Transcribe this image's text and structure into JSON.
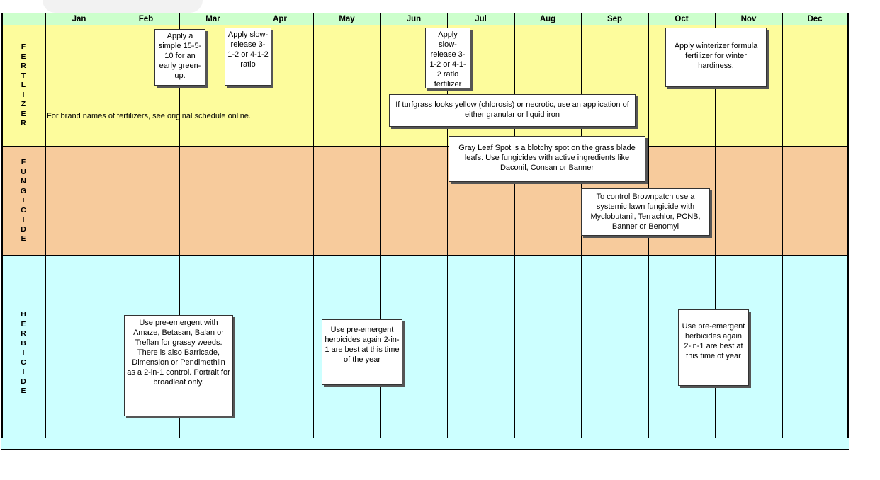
{
  "months": [
    "Jan",
    "Feb",
    "Mar",
    "Apr",
    "May",
    "Jun",
    "Jul",
    "Aug",
    "Sep",
    "Oct",
    "Nov",
    "Dec"
  ],
  "sections": {
    "fertilizer": "FERTLIZER",
    "fungicide": "FUNGICIDE",
    "herbicide": "HERBICIDE"
  },
  "colors": {
    "header": "#ccffcc",
    "fertilizer": "#fdfc9c",
    "fungicide": "#f7cb9c",
    "herbicide": "#ccffff"
  },
  "fertilizer": {
    "note_feb": "Apply a simple 15-5-10 for an early green-up.",
    "note_mar": "Apply slow-release 3-1-2 or 4-1-2 ratio",
    "note_jun": "Apply slow-release 3-1-2 or 4-1-2 ratio fertilizer",
    "note_oct": "Apply winterizer formula fertilizer for winter hardiness.",
    "note_iron": "If turfgrass looks yellow (chlorosis) or necrotic, use an application of either granular or liquid iron",
    "brand_note": "For brand names of fertilizers, see original schedule online."
  },
  "fungicide": {
    "gray_leaf": "Gray Leaf Spot is a blotchy spot on the grass blade leafs.  Use fungicides with active ingredients like Daconil, Consan or Banner",
    "brownpatch": "To control Brownpatch use a systemic lawn fungicide with Myclobutanil, Terrachlor, PCNB, Banner or Benomyl"
  },
  "herbicide": {
    "note_feb": "Use pre-emergent with Amaze, Betasan, Balan or Treflan for grassy weeds. There is also Barricade, Dimension or Pendimethlin as a 2-in-1 control. Portrait for broadleaf only.",
    "note_may": "Use pre-emergent herbicides again 2-in-1 are best at this time of the year",
    "note_oct": "Use pre-emergent herbicides again 2-in-1 are best at this time of year"
  }
}
